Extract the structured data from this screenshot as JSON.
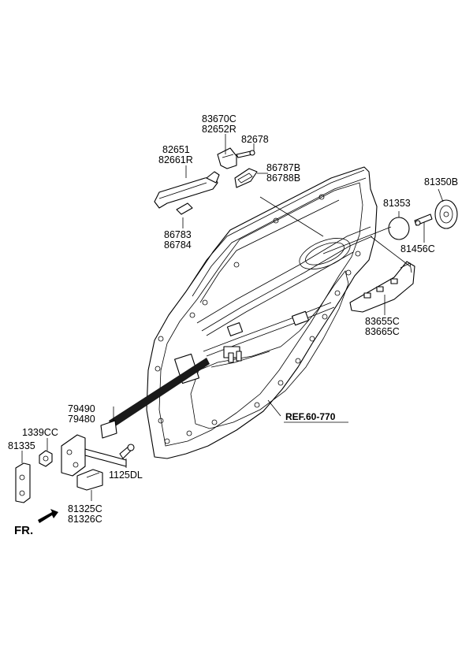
{
  "labels": {
    "p83670c": "83670C",
    "p82652r": "82652R",
    "p82678": "82678",
    "p82651": "82651",
    "p82661r": "82661R",
    "p86787b": "86787B",
    "p86788b": "86788B",
    "p81350b": "81350B",
    "p81353": "81353",
    "p86783": "86783",
    "p86784": "86784",
    "p81456c": "81456C",
    "p83655c": "83655C",
    "p83665c": "83665C",
    "p79490": "79490",
    "p79480": "79480",
    "p1339cc": "1339CC",
    "p81335": "81335",
    "p1125dl": "1125DL",
    "p81325c": "81325C",
    "p81326c": "81326C"
  },
  "reference": "REF.60-770",
  "direction": "FR."
}
